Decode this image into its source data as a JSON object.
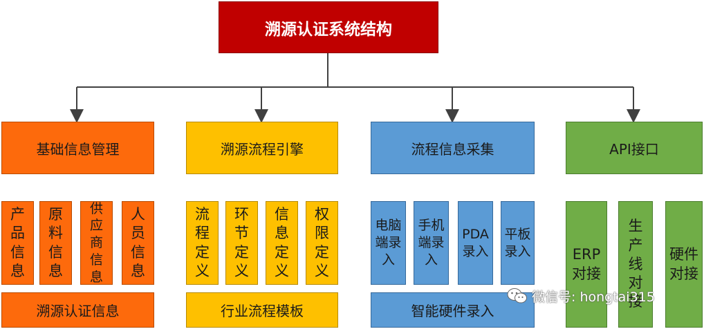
{
  "root": {
    "label": "溯源认证系统结构"
  },
  "categories": [
    {
      "label": "基础信息管理"
    },
    {
      "label": "溯源流程引擎"
    },
    {
      "label": "流程信息采集"
    },
    {
      "label": "API接口"
    }
  ],
  "cat0": {
    "subs": [
      "产品信息",
      "原料信息",
      "供应商信息",
      "人员信息"
    ],
    "bar": "溯源认证信息"
  },
  "cat1": {
    "subs": [
      "流程定义",
      "环节定义",
      "信息定义",
      "权限定义"
    ],
    "bar": "行业流程模板"
  },
  "cat2": {
    "subs": [
      "电脑端录入",
      "手机端录入",
      "PDA录入",
      "平板录入"
    ],
    "bar": "智能硬件录入"
  },
  "cat3": {
    "subs": [
      "ERP对接",
      "生产线对接",
      "硬件对接"
    ]
  },
  "watermark": {
    "text": "微信号: hongtai315"
  },
  "colors": {
    "root": "#c00000",
    "orange": "#fd6a0c",
    "yellow": "#fec000",
    "blue": "#5b9bd5",
    "green": "#70ad47"
  }
}
